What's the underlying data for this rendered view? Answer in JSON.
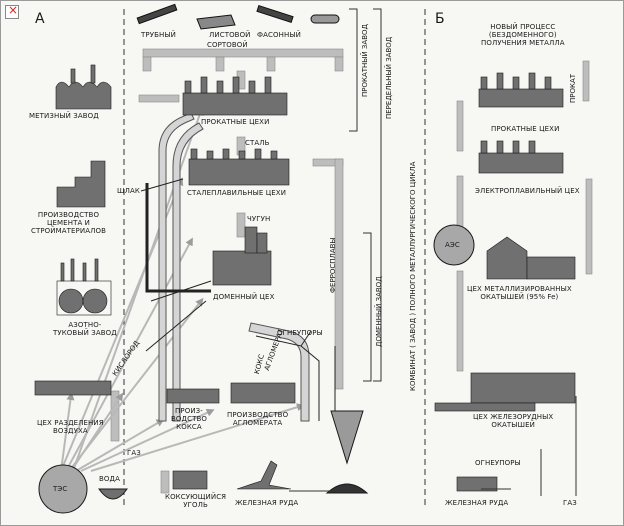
{
  "sections": {
    "left": "А",
    "right": "Б"
  },
  "products": {
    "tube": "ТРУБНЫЙ",
    "sheet": "ЛИСТОВОЙ",
    "section": "СОРТОВОЙ",
    "shaped": "ФАСОННЫЙ"
  },
  "left": {
    "rolling_shops": "ПРОКАТНЫЕ ЦЕХИ",
    "steel": "СТАЛЬ",
    "steelmaking_shops": "СТАЛЕПЛАВИЛЬНЫЕ ЦЕХИ",
    "pig_iron": "ЧУГУН",
    "blast_furnace_shop": "ДОМЕННЫЙ ЦЕХ",
    "hardware_plant": "МЕТИЗНЫЙ ЗАВОД",
    "cement": "ПРОИЗВОДСТВО\nЦЕМЕНТА И\nСТРОЙМАТЕРИАЛОВ",
    "nitrogen": "АЗОТНО-\nТУКОВЫЙ ЗАВОД",
    "air_separation": "ЦЕХ РАЗДЕЛЕНИЯ\nВОЗДУХА",
    "tpp": "ТЭС",
    "water": "ВОДА",
    "gas": "ГАЗ",
    "coke_prod": "ПРОИЗ-\nВОДСТВО\nКОКСА",
    "coking_coal": "КОКСУЮЩИЙСЯ\nУГОЛЬ",
    "agglomerate": "ПРОИЗВОДСТВО\nАГЛОМЕРАТА",
    "iron_ore": "ЖЕЛЕЗНАЯ РУДА",
    "refractories": "ОГНЕУПОРЫ",
    "slag": "ШЛАК",
    "oxygen": "КИСЛОРОД",
    "coke": "КОКС",
    "agglo": "АГЛОМЕРАТ",
    "ferroalloys": "ФЕРРОСПЛАВЫ"
  },
  "brackets": {
    "rolling_plant": "ПРОКАТНЫЙ ЗАВОД",
    "conversion_plant": "ПЕРЕДЕЛЬНЫЙ ЗАВОД",
    "blast_plant": "ДОМЕННЫЙ ЗАВОД",
    "full_cycle": "КОМБИНАТ ( ЗАВОД ) ПОЛНОГО МЕТАЛЛУРГИЧЕСКОГО ЦИКЛА"
  },
  "right": {
    "new_process": "НОВЫЙ ПРОЦЕСС\n(БЕЗДОМЕННОГО)\nПОЛУЧЕНИЯ МЕТАЛЛА",
    "rolled": "ПРОКАТ",
    "rolling_shops": "ПРОКАТНЫЕ ЦЕХИ",
    "electric_shop": "ЭЛЕКТРОПЛАВИЛЬНЫЙ ЦЕХ",
    "npp": "АЭС",
    "metallized": "ЦЕХ  МЕТАЛЛИЗИРОВАННЫХ\nОКАТЫШЕЙ  (95% Fe)",
    "pellets": "ЦЕХ ЖЕЛЕЗОРУДНЫХ\nОКАТЫШЕЙ",
    "refractories": "ОГНЕУПОРЫ",
    "iron_ore": "ЖЕЛЕЗНАЯ РУДА",
    "gas": "ГАЗ"
  },
  "colors": {
    "ink": "#2a2a2a",
    "arrow": "#b5b5b5",
    "building": "#6f6f6f"
  }
}
